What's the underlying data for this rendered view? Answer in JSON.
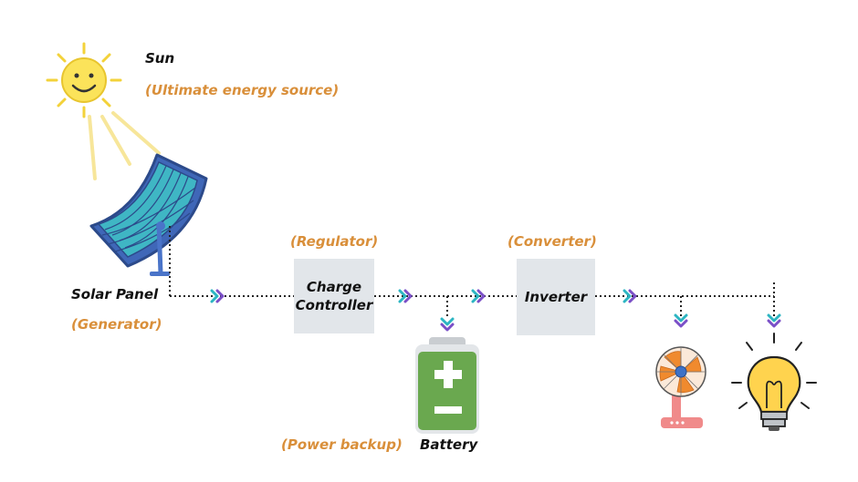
{
  "labels": {
    "sun": "Sun",
    "sun_role": "(Ultimate energy source)",
    "solar_panel": "Solar Panel",
    "solar_panel_role": "(Generator)",
    "charge_controller_role": "(Regulator)",
    "charge_controller_line1": "Charge",
    "charge_controller_line2": "Controller",
    "inverter_role": "(Converter)",
    "inverter": "Inverter",
    "battery": "Battery",
    "battery_role": "(Power backup)"
  },
  "icons": [
    "sun-icon",
    "solar-panel-icon",
    "battery-icon",
    "fan-icon",
    "light-bulb-icon",
    "flow-chevron-icon"
  ],
  "colors": {
    "role_text": "#d98f3a",
    "box_fill": "#e2e6ea",
    "battery_green": "#6aa84f",
    "panel_blue": "#4a74c9",
    "sun_yellow": "#fbe35a",
    "chevron_teal": "#2cb5c2",
    "chevron_purple": "#7a4fc7"
  }
}
